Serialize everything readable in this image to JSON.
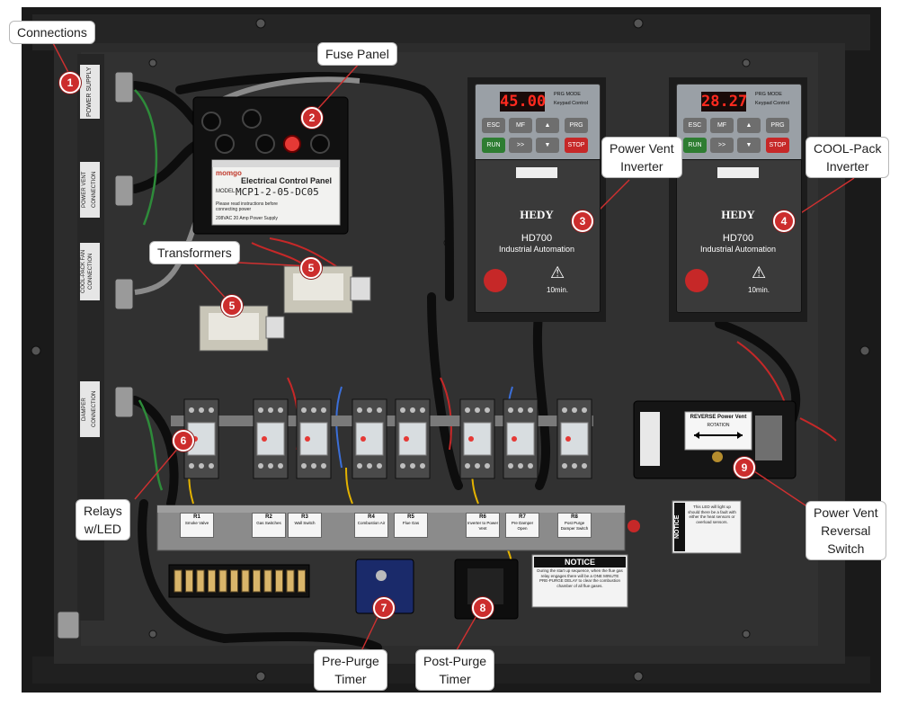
{
  "callouts": {
    "connections": "Connections",
    "fuse_panel": "Fuse Panel",
    "power_vent_inverter": "Power Vent\nInverter",
    "coolpack_inverter": "COOL-Pack\nInverter",
    "transformers": "Transformers",
    "relays": "Relays\nw/LED",
    "pre_purge": "Pre-Purge\nTimer",
    "post_purge": "Post-Purge\nTimer",
    "reversal": "Power Vent\nReversal\nSwitch"
  },
  "badges": [
    "1",
    "2",
    "3",
    "4",
    "5",
    "5",
    "6",
    "7",
    "8",
    "9"
  ],
  "side_labels": [
    "POWER SUPPLY",
    "POWER VENT CONNECTION",
    "COOL-PACK FAN CONNECTION",
    "DAMPER CONNECTION"
  ],
  "fuse_panel": {
    "brand": "momgo",
    "title": "Electrical Control Panel",
    "model_prefix": "MODEL",
    "model": "MCP1-2-05-DC05",
    "note": "Please read instructions before connecting power",
    "rating": "208VAC 20 Amp Power Supply"
  },
  "inverters": [
    {
      "display": "45.00",
      "brand": "HEDY",
      "model": "HD700",
      "subtitle": "Industrial Automation",
      "warning": "10min.",
      "mode1": "PRG MODE",
      "mode2": "Keypad Control",
      "keys": [
        "ESC",
        "MF",
        "▲",
        "PRG",
        "RUN",
        ">>",
        "▼",
        "STOP"
      ]
    },
    {
      "display": "28.27",
      "brand": "HEDY",
      "model": "HD700",
      "subtitle": "Industrial Automation",
      "warning": "10min.",
      "mode1": "PRG MODE",
      "mode2": "Keypad Control",
      "keys": [
        "ESC",
        "MF",
        "▲",
        "PRG",
        "RUN",
        ">>",
        "▼",
        "STOP"
      ]
    }
  ],
  "relay_labels": [
    {
      "id": "R1",
      "text": "Smoke Valve"
    },
    {
      "id": "R2",
      "text": "Gas Switches"
    },
    {
      "id": "R3",
      "text": "Wall Switch"
    },
    {
      "id": "R4",
      "text": "Combustion Air"
    },
    {
      "id": "R5",
      "text": "Flue Gas"
    },
    {
      "id": "R6",
      "text": "Inverter to Power Vent"
    },
    {
      "id": "R7",
      "text": "Pre Damper Open"
    },
    {
      "id": "R8",
      "text": "Post Purge Damper Switch"
    }
  ],
  "reverse_label": {
    "title": "REVERSE Power Vent",
    "subtitle": "ROTATION"
  },
  "notice": {
    "title": "NOTICE",
    "text": "During the start up sequence, when the flue gas relay engages there will be a ONE MINUTE PRE-PURGE DELAY to clear the combustion chamber of all flue gases."
  },
  "led_notice": {
    "title": "NOTICE",
    "text": "This LED will light up should there be a fault with either the heat sensors or overload sensors."
  },
  "colors": {
    "cabinet": "#1c1c1c",
    "backplate": "#2a2a2a",
    "badge": "#cc2d2d",
    "display": "#e0231c"
  }
}
